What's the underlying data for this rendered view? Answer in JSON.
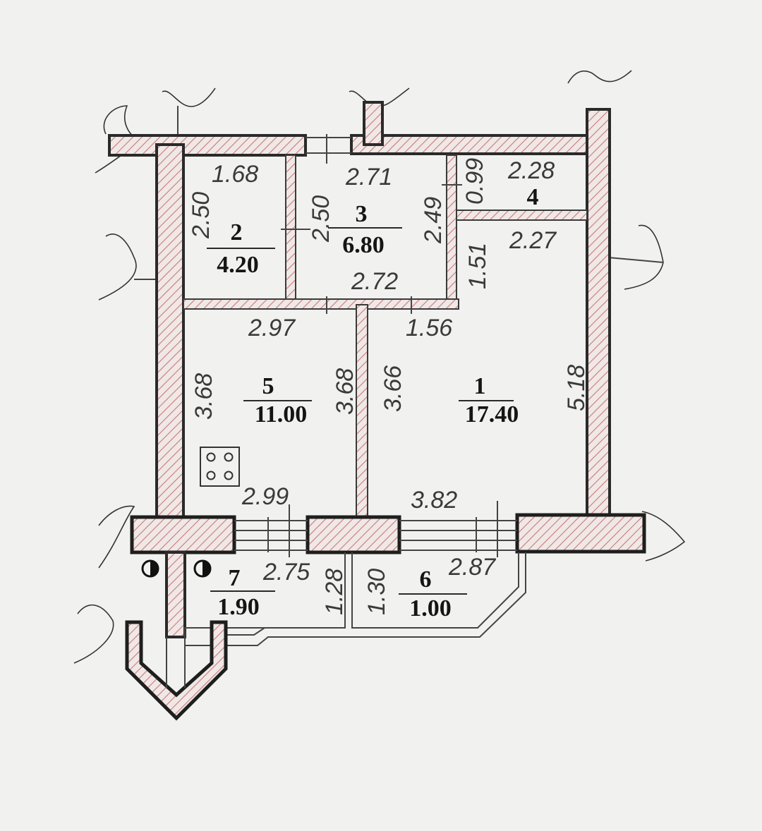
{
  "rooms": [
    {
      "number": "1",
      "area": "17.40"
    },
    {
      "number": "2",
      "area": "4.20"
    },
    {
      "number": "3",
      "area": "6.80"
    },
    {
      "number": "4",
      "area": ""
    },
    {
      "number": "5",
      "area": "11.00"
    },
    {
      "number": "6",
      "area": "1.00"
    },
    {
      "number": "7",
      "area": "1.90"
    }
  ],
  "dimensions": {
    "room2_top": "1.68",
    "room2_side": "2.50",
    "room3_top": "2.71",
    "room3_left": "2.50",
    "room3_right": "2.49",
    "room3_bottom": "2.72",
    "room4_side": "0.99",
    "room4_top": "2.28",
    "room1_top": "2.27",
    "room1_left_upper": "1.51",
    "room1_top_left": "1.56",
    "room1_left": "3.66",
    "room1_right": "5.18",
    "room1_bottom": "3.82",
    "room5_top": "2.97",
    "room5_left": "3.68",
    "room5_right": "3.68",
    "room5_bottom": "2.99",
    "room7_top": "2.75",
    "room7_side": "1.28",
    "room6_side": "1.30",
    "room6_top": "2.87"
  },
  "colors": {
    "background": "#f1f2ef",
    "wall_hatch": "#c97a7a",
    "wall_outline": "#2a2a2a"
  },
  "icons": [
    "stove-icon",
    "riser-icon"
  ]
}
